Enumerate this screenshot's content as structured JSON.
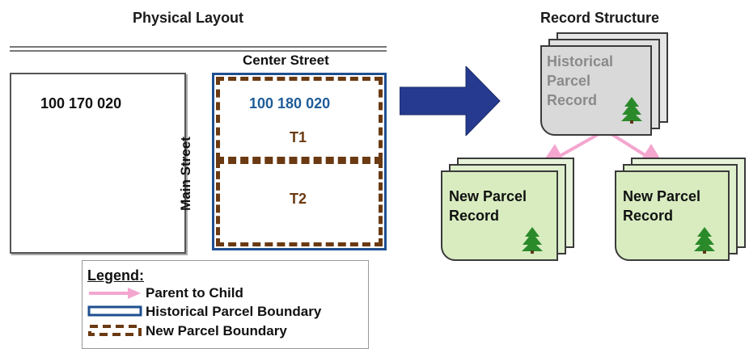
{
  "physical_layout": {
    "title": "Physical Layout",
    "center_street": "Center Street",
    "main_street": "Main Street",
    "parcels": {
      "left_parcel_id": "100 170 020",
      "historical_parcel_id": "100 180 020",
      "new_parcel_1": "T1",
      "new_parcel_2": "T2"
    }
  },
  "record_structure": {
    "title": "Record Structure",
    "historical_record": {
      "lines": [
        "Historical",
        "Parcel",
        "Record"
      ],
      "icon": "tree-icon"
    },
    "new_records": [
      {
        "lines": [
          "New Parcel",
          "Record"
        ],
        "icon": "tree-icon"
      },
      {
        "lines": [
          "New Parcel",
          "Record"
        ],
        "icon": "tree-icon"
      }
    ]
  },
  "legend": {
    "title": "Legend:",
    "items": [
      {
        "label": "Parent to Child",
        "symbol": "pink-arrow"
      },
      {
        "label": "Historical Parcel Boundary",
        "symbol": "blue-solid-outline"
      },
      {
        "label": "New Parcel Boundary",
        "symbol": "brown-dashed-outline"
      }
    ]
  },
  "colors": {
    "historical_boundary": "#1f4f8f",
    "new_boundary": "#6b3a12",
    "parent_child_arrow": "#f4a6cf",
    "transition_arrow": "#263b8f",
    "historical_record_fill": "#d9d9d9",
    "new_record_fill": "#d8ecc0",
    "tree": "#2a8a2a"
  }
}
